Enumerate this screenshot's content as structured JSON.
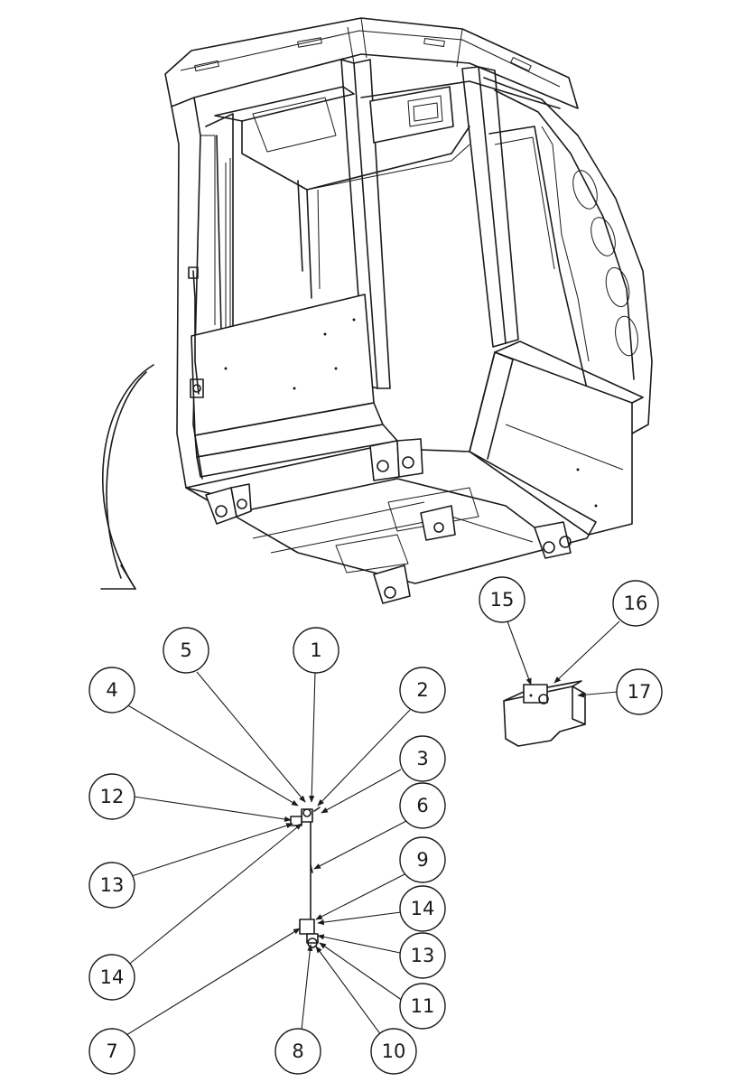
{
  "callouts": [
    {
      "id": "c1",
      "label": "1"
    },
    {
      "id": "c2",
      "label": "2"
    },
    {
      "id": "c3",
      "label": "3"
    },
    {
      "id": "c4",
      "label": "4"
    },
    {
      "id": "c5",
      "label": "5"
    },
    {
      "id": "c6",
      "label": "6"
    },
    {
      "id": "c7",
      "label": "7"
    },
    {
      "id": "c8",
      "label": "8"
    },
    {
      "id": "c9",
      "label": "9"
    },
    {
      "id": "c10",
      "label": "10"
    },
    {
      "id": "c11",
      "label": "11"
    },
    {
      "id": "c12",
      "label": "12"
    },
    {
      "id": "c13a",
      "label": "13"
    },
    {
      "id": "c13b",
      "label": "13"
    },
    {
      "id": "c14a",
      "label": "14"
    },
    {
      "id": "c14b",
      "label": "14"
    },
    {
      "id": "c15",
      "label": "15"
    },
    {
      "id": "c16",
      "label": "16"
    },
    {
      "id": "c17",
      "label": "17"
    }
  ]
}
